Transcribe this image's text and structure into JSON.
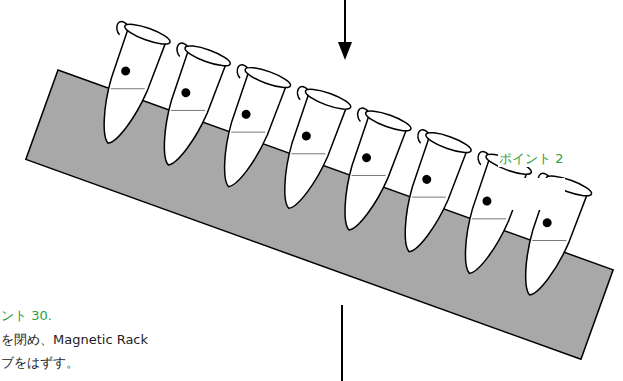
{
  "diagram": {
    "labels": [
      "ポイント 2",
      "ント 30.",
      "を閉め、Magnetic Rack",
      "ブをはずす。"
    ]
  }
}
